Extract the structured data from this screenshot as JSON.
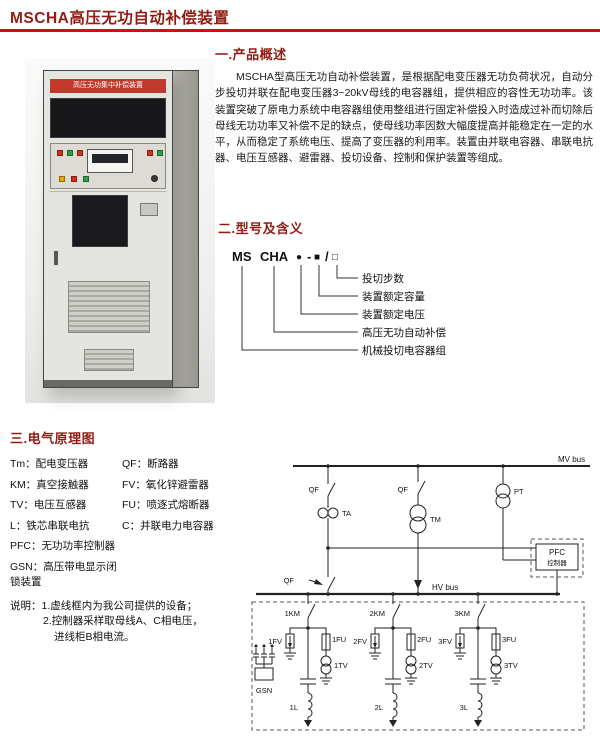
{
  "page": {
    "title": "MSCHA高压无功自动补偿装置"
  },
  "colors": {
    "heading_red": "#8f1d15",
    "rule_red": "#e60012",
    "banner_red": "#bf3a2b"
  },
  "cabinet": {
    "banner": "高压无功集中补偿装置"
  },
  "overview": {
    "heading": "一.产品概述",
    "body": "MSCHA型高压无功自动补偿装置，是根据配电变压器无功负荷状况，自动分步投切并联在配电变压器3~20kV母线的电容器组，提供相应的容性无功功率。该装置突破了原电力系统中电容器组使用整组进行固定补偿投入时造成过补而切除后母线无功功率又补偿不足的缺点，使母线功率因数大幅度提高并能稳定在一定的水平，从而稳定了系统电压、提高了变压器的利用率。装置由并联电容器、串联电抗器、电压互感器、避雷器、投切设备、控制和保护装置等组成。"
  },
  "model": {
    "heading": "二.型号及含义",
    "code": {
      "prefix": "MS",
      "series": "CHA",
      "p1": "●",
      "p2": "-",
      "p3": "■",
      "p4": "/",
      "p5": "□"
    },
    "labels": [
      "投切步数",
      "装置额定容量",
      "装置额定电压",
      "高压无功自动补偿",
      "机械投切电容器组"
    ]
  },
  "schematic": {
    "heading": "三.电气原理图",
    "legend_rows": [
      {
        "a": "Tm：配电变压器",
        "b": "QF：断路器"
      },
      {
        "a": "KM：真空接触器",
        "b": "FV：氧化锌避雷器"
      },
      {
        "a": "TV：电压互感器",
        "b": "FU：喷逐式熔断器"
      },
      {
        "a": "L：铁芯串联电抗",
        "b": "C：并联电力电容器"
      },
      {
        "a": "PFC：无功功率控制器",
        "b": ""
      },
      {
        "a": "GSN：高压带电显示闭锁装置",
        "b": ""
      }
    ],
    "notes": [
      "说明：1.虚线框内为我公司提供的设备；",
      "2.控制器采样取母线A、C相电压，",
      "进线柜B相电流。"
    ],
    "labels": {
      "mv_bus": "MV bus",
      "hv_bus": "HV bus",
      "qf_feeder": "QF",
      "qf_tm": "QF",
      "qf_in": "QF",
      "ta": "TA",
      "tm": "TM",
      "pt": "PT",
      "pfc": "PFC",
      "pfc_sub": "控制器",
      "gsn": "GSN"
    },
    "branches": [
      {
        "km": "1KM",
        "fv": "1FV",
        "fu": "1FU",
        "tv": "1TV",
        "l": "1L"
      },
      {
        "km": "2KM",
        "fv": "2FV",
        "fu": "2FU",
        "tv": "2TV",
        "l": "2L"
      },
      {
        "km": "3KM",
        "fv": "3FV",
        "fu": "3FU",
        "tv": "3TV",
        "l": "3L"
      }
    ]
  }
}
